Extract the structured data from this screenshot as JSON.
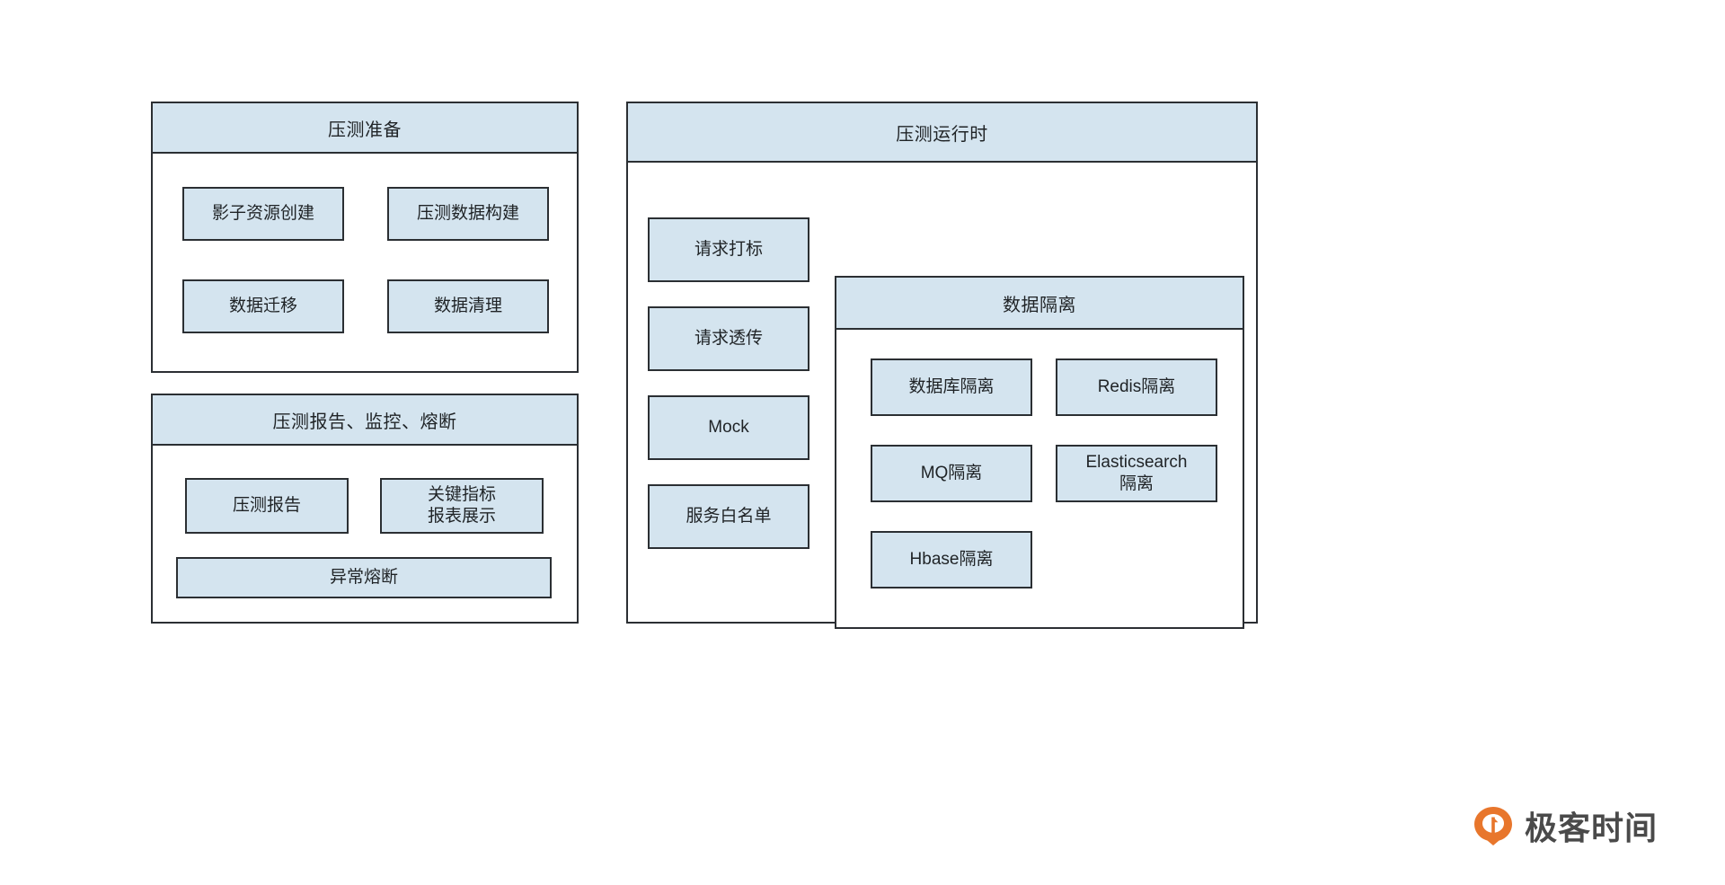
{
  "colors": {
    "node_fill": "#d4e4ef",
    "node_stroke": "#2b2f33",
    "text": "#1f2326",
    "brand_orange": "#e8762c",
    "brand_text": "#4a4a4a",
    "background": "#ffffff"
  },
  "left_column": {
    "preparation_panel": {
      "title": "压测准备",
      "nodes": [
        {
          "label": "影子资源创建"
        },
        {
          "label": "压测数据构建"
        },
        {
          "label": "数据迁移"
        },
        {
          "label": "数据清理"
        }
      ]
    },
    "report_panel": {
      "title": "压测报告、监控、熔断",
      "nodes": [
        {
          "label": "压测报告"
        },
        {
          "label": "关键指标\n报表展示"
        },
        {
          "label": "异常熔断"
        }
      ]
    }
  },
  "right_column": {
    "runtime_panel": {
      "title": "压测运行时",
      "side_nodes": [
        {
          "label": "请求打标"
        },
        {
          "label": "请求透传"
        },
        {
          "label": "Mock"
        },
        {
          "label": "服务白名单"
        }
      ],
      "isolation_panel": {
        "title": "数据隔离",
        "nodes": [
          {
            "label": "数据库隔离"
          },
          {
            "label": "Redis隔离"
          },
          {
            "label": "MQ隔离"
          },
          {
            "label": "Elasticsearch\n隔离"
          },
          {
            "label": "Hbase隔离"
          }
        ]
      }
    }
  },
  "brand": {
    "name": "极客时间",
    "mark": "geektime-logo-icon"
  }
}
